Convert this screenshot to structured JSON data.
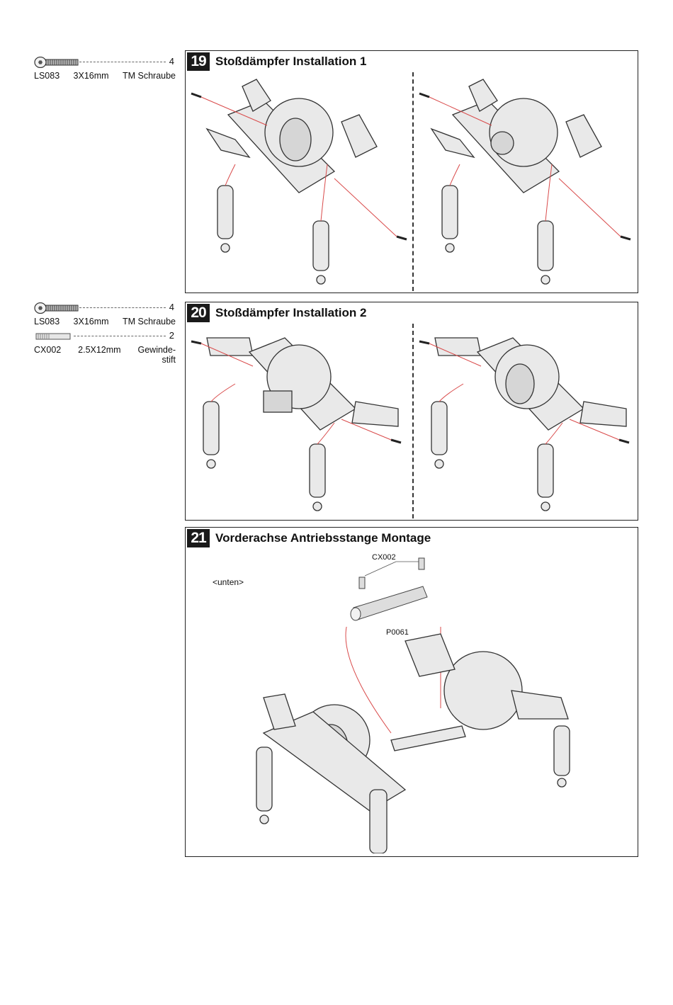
{
  "parts_19": {
    "screw": {
      "code": "LS083",
      "size": "3X16mm",
      "name": "TM Schraube",
      "qty": "4"
    }
  },
  "parts_20": {
    "screw": {
      "code": "LS083",
      "size": "3X16mm",
      "name": "TM Schraube",
      "qty": "4"
    },
    "pin": {
      "code": "CX002",
      "size": "2.5X12mm",
      "name_line1": "Gewinde-",
      "name_line2": "stift",
      "qty": "2"
    }
  },
  "steps": [
    {
      "number": "19",
      "title": "Stoßdämpfer Installation 1"
    },
    {
      "number": "20",
      "title": "Stoßdämpfer Installation 2"
    },
    {
      "number": "21",
      "title": "Vorderachse Antriebsstange Montage"
    }
  ],
  "step21_labels": {
    "view": "<unten>",
    "pin_code": "CX002",
    "shaft_code": "P0061"
  },
  "icons": [
    "screw-icon",
    "set-screw-icon",
    "axle-assembly-illustration",
    "drive-shaft-illustration"
  ]
}
